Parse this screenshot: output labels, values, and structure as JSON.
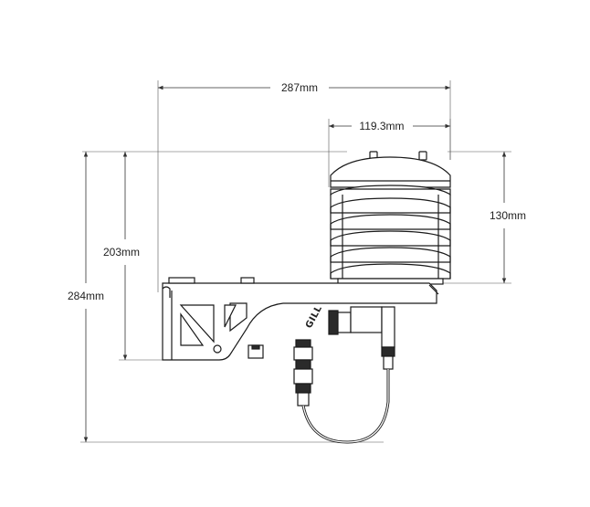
{
  "dimensions": {
    "overall_width": "287mm",
    "shield_diameter": "119.3mm",
    "shield_height": "130mm",
    "bracket_height": "203mm",
    "overall_height": "284mm"
  },
  "logo_text": "GILL",
  "colors": {
    "line": "#1a1a1a",
    "dimension_line": "#333333",
    "background": "#ffffff"
  }
}
